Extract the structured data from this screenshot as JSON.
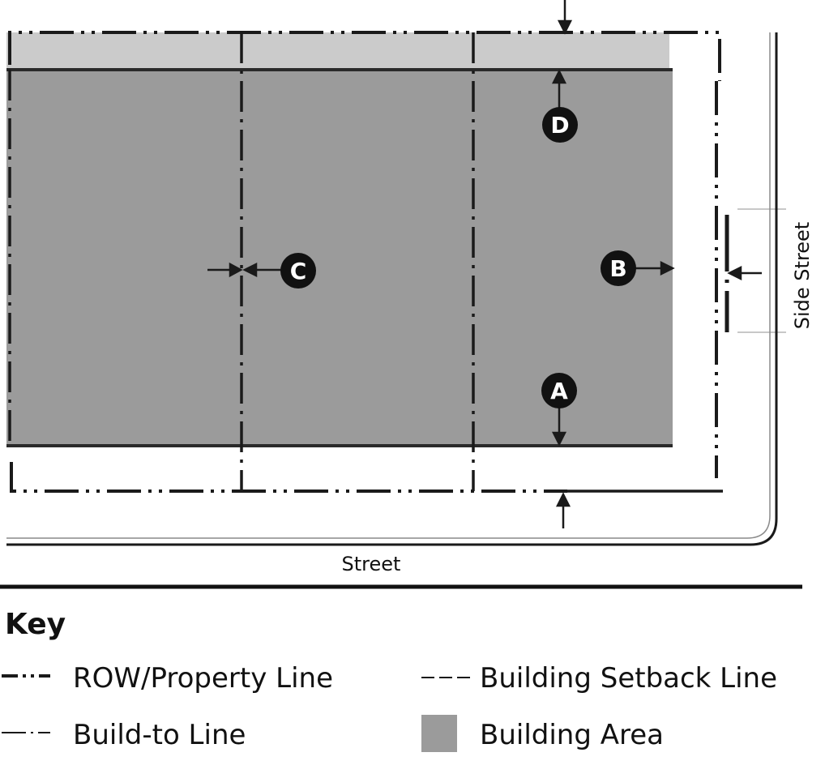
{
  "diagram": {
    "markers": {
      "a": "A",
      "b": "B",
      "c": "C",
      "d": "D"
    },
    "street_label": "Street",
    "side_street_label": "Side Street"
  },
  "key": {
    "title": "Key",
    "items": {
      "row_property_line": "ROW/Property Line",
      "building_setback_line": "Building Setback Line",
      "build_to_line": "Build-to Line",
      "building_area": "Building Area"
    }
  },
  "colors": {
    "building_area": "#9b9b9b",
    "setback_strip": "#cbcbcb",
    "line": "#1a1a1a",
    "background": "#ffffff"
  }
}
